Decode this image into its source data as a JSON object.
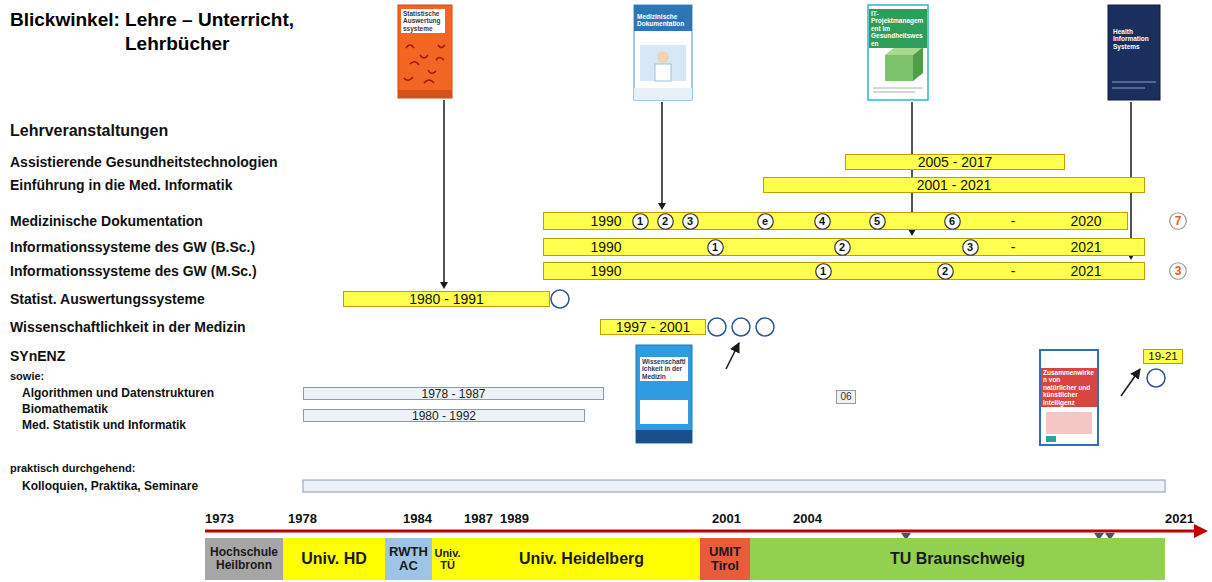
{
  "diagram": {
    "title": "Blickwinkel: Lehre – Unterricht, Lehrbücher",
    "nodes": [
      {
        "text": [
          "Statistische Auswertungssysteme"
        ]
      },
      {
        "text": [
          "Medizinische Dokumentation"
        ]
      },
      {
        "text": [
          "IT-Projektmanagement im Gesundheitswesen"
        ]
      },
      {
        "text": [
          "Health Information Systems"
        ]
      },
      {
        "text": [
          "2005 - 2017"
        ]
      },
      {
        "text": [
          "2001 - 2021"
        ]
      },
      {
        "text": [
          "1990",
          "-",
          "2020"
        ]
      },
      {
        "text": [
          "1"
        ],
        "in": 6
      },
      {
        "text": [
          "2"
        ],
        "in": 6
      },
      {
        "text": [
          "3"
        ],
        "in": 6
      },
      {
        "text": [
          "e"
        ],
        "in": 6
      },
      {
        "text": [
          "4"
        ],
        "in": 6
      },
      {
        "text": [
          "5"
        ],
        "in": 6
      },
      {
        "text": [
          "6"
        ],
        "in": 6
      },
      {
        "text": [
          "7"
        ]
      },
      {
        "text": [
          "1990",
          "-",
          "2021"
        ]
      },
      {
        "text": [
          "1"
        ],
        "in": 15
      },
      {
        "text": [
          "2"
        ],
        "in": 15
      },
      {
        "text": [
          "3"
        ],
        "in": 15
      },
      {
        "text": [
          "1990",
          "-",
          "2021"
        ]
      },
      {
        "text": [
          "1"
        ],
        "in": 19
      },
      {
        "text": [
          "2"
        ],
        "in": 19
      },
      {
        "text": [
          "3"
        ]
      },
      {
        "text": [
          "1980 - 1991"
        ]
      },
      {
        "text": [
          "1997 - 2001"
        ]
      },
      {
        "text": [
          "Wissenschaftlichkeit in der Medizin"
        ]
      },
      {
        "text": [
          "19-21"
        ]
      },
      {
        "text": [
          "06"
        ]
      },
      {
        "text": [
          "Zusammenwirken von natürlicher und künstlicher Intelligenz"
        ]
      },
      {
        "text": [
          "1978 - 1987"
        ]
      },
      {
        "text": [
          "1980 - 1992"
        ]
      },
      {
        "text": [
          "Hochschule Heilbronn"
        ]
      },
      {
        "text": [
          "Univ. HD"
        ]
      },
      {
        "text": [
          "RWTH AC"
        ]
      },
      {
        "text": [
          "Univ. TÜ"
        ]
      },
      {
        "text": [
          "Univ. Heidelberg"
        ]
      },
      {
        "text": [
          "UMIT Tirol"
        ]
      },
      {
        "text": [
          "TU Braunschweig"
        ]
      }
    ],
    "edges": [
      {
        "from": 0,
        "to": 23,
        "arrow": "to"
      },
      {
        "from": 1,
        "to": 6,
        "arrow": "to"
      },
      {
        "from": 2,
        "to": 15,
        "arrow": "to"
      },
      {
        "from": 3,
        "to": 19,
        "arrow": "to"
      }
    ],
    "labels": [
      "Lehrveranstaltungen",
      "Assistierende Gesundheitstechnologien",
      "Einführung in die Med. Informatik",
      "Medizinische Dokumentation",
      "Informationssysteme des GW (B.Sc.)",
      "Informationssysteme des GW (M.Sc.)",
      "Statist. Auswertungssysteme",
      "Wissenschaftlichkeit in der Medizin",
      "SYnENZ",
      "sowie:",
      "Algorithmen und Datenstrukturen",
      "Biomathematik",
      "Med. Statistik und Informatik",
      "praktisch durchgehend:",
      "Kolloquien, Praktika, Seminare",
      "1973",
      "1978",
      "1984",
      "1987",
      "1989",
      "2001",
      "2004",
      "2021"
    ]
  }
}
